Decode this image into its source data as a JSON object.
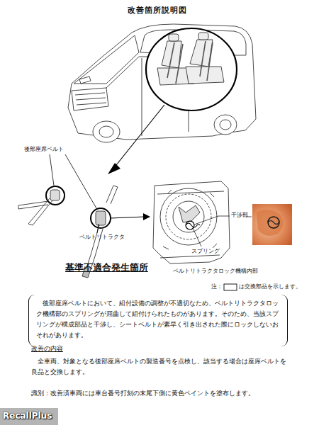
{
  "diagram": {
    "title": "改善箇所説明図",
    "nodes": [
      {
        "text": [
          "後部座席ベルトにおいて、組付設備の調整が不適切なため、ベルトリトラクタロック機構部のスプリングが屈曲して組付けられたものがあります。そのため、当該スプリングが構成部品と干渉し、シートベルトが素早く引き出された際にロックしないおそれがあります。"
        ]
      }
    ],
    "labels": [
      "後部座席ベルト",
      "ベルトリトラクタ",
      "基準不適合発生箇所",
      "干渉部",
      "スプリング",
      "ベルトリトラクタロック機構内部",
      "注：",
      "は交換部品を示します。",
      "改善の内容",
      "全車両、対象となる後部座席ベルトの製造番号を点検し、該当する場合は座席ベルトを良品と交換します。",
      "識別：改善済車両には車台番号打刻の末尾下側に黄色ペイントを塗布します。",
      "RecallPlus"
    ]
  }
}
